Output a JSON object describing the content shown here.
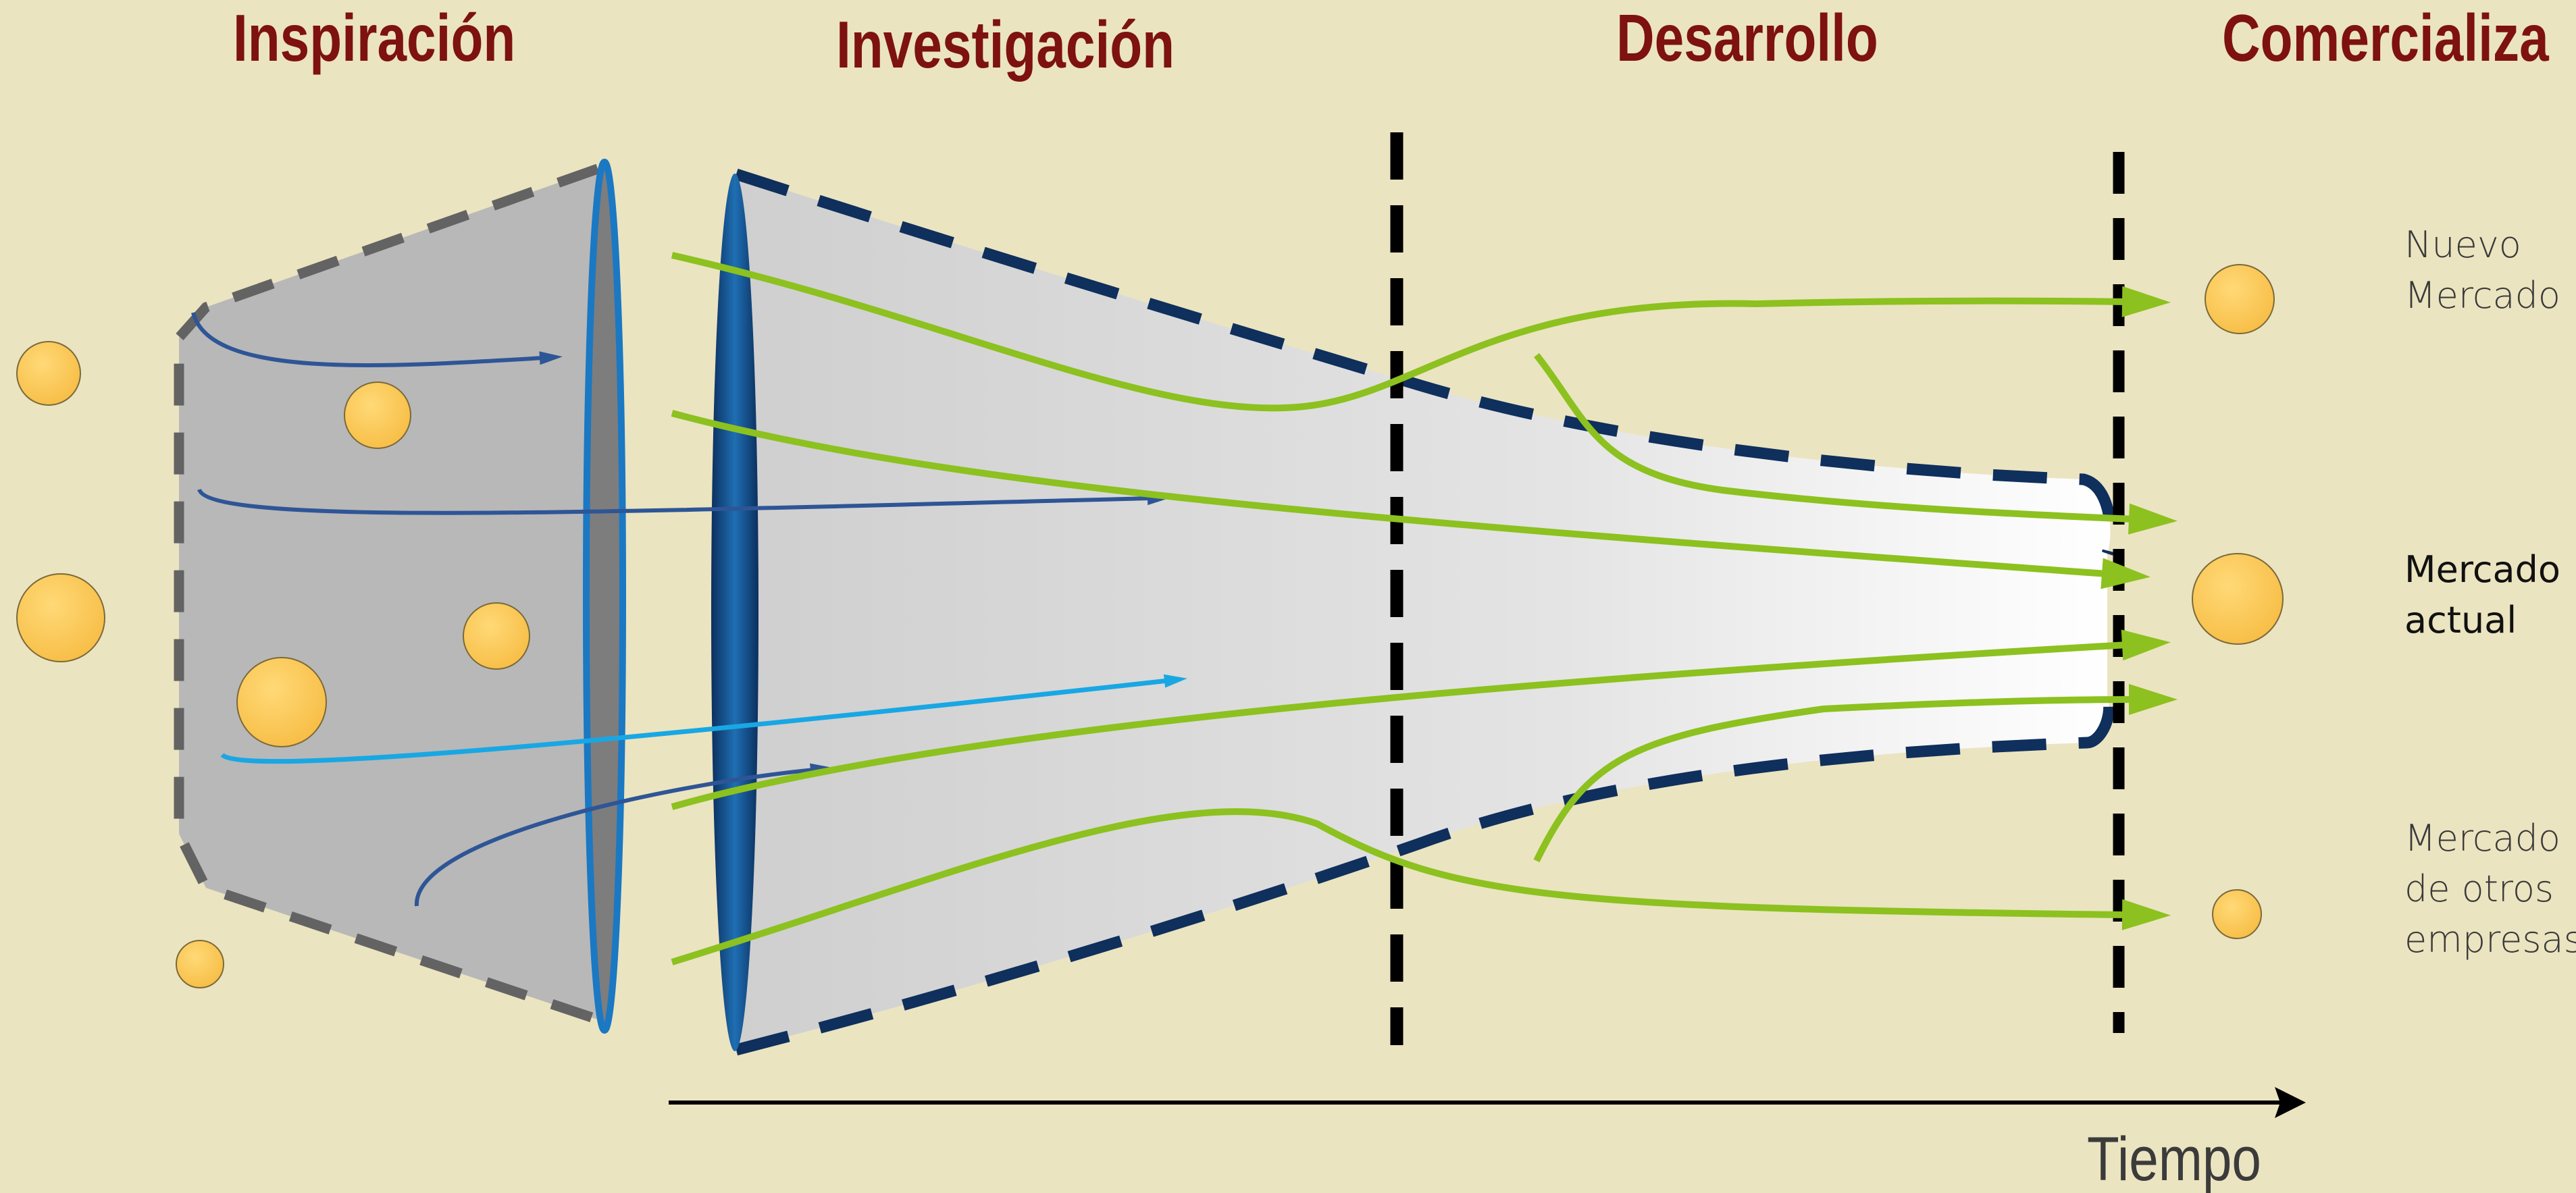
{
  "phases": {
    "inspiration": "Inspiración",
    "research": "Investigación",
    "development": "Desarrollo",
    "commercialization": "Comercializa"
  },
  "markets": {
    "new": {
      "line1": "Nuevo",
      "line2": "Mercado"
    },
    "current": {
      "line1": "Mercado",
      "line2": "actual"
    },
    "others": {
      "line1": "Mercado",
      "line2": "de otros",
      "line3": "empresas"
    }
  },
  "axis": {
    "label": "Tiempo"
  },
  "colors": {
    "background": "#ebe4c0",
    "title": "#7d1210",
    "idea_dot": "#fcc85a",
    "green_path": "#8cc11f",
    "dark_blue_path": "#2e5596",
    "light_blue_path": "#19a7e4",
    "funnel_outline": "#0f2f5c",
    "inspiration_outline": "#636363",
    "inspiration_fill": "#b8b8b8",
    "lens_blue": "#1b78c3"
  }
}
